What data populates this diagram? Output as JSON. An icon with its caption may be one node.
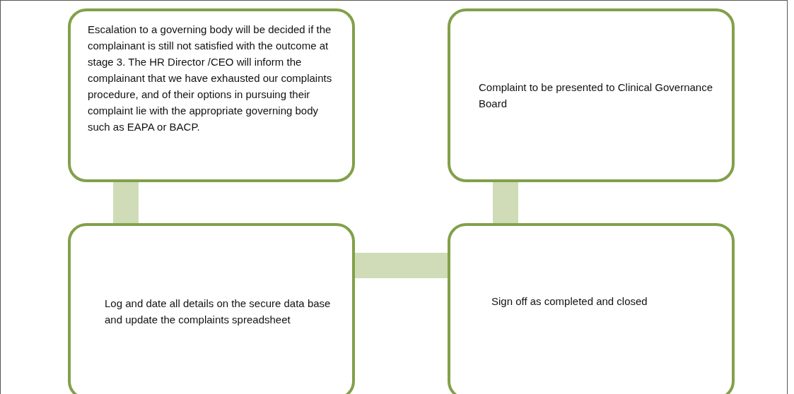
{
  "diagram": {
    "nodes": [
      {
        "text": [
          "Escalation to a governing body will be decided if the complainant is still not satisfied with the outcome at stage 3. The HR Director /CEO will inform the complainant that we have exhausted our complaints procedure, and of their options in pursuing their complaint lie with the appropriate governing body such as EAPA or BACP."
        ]
      },
      {
        "text": [
          "Complaint to be presented to Clinical Governance Board"
        ]
      },
      {
        "text": [
          "Log and date all details on the secure data base and update the complaints spreadsheet"
        ]
      },
      {
        "text": [
          "Sign off as completed and closed"
        ]
      }
    ],
    "edges": [
      {
        "from": 0,
        "to": 2,
        "arrow": "none"
      },
      {
        "from": 2,
        "to": 3,
        "arrow": "none"
      },
      {
        "from": 3,
        "to": 1,
        "arrow": "none"
      }
    ]
  }
}
